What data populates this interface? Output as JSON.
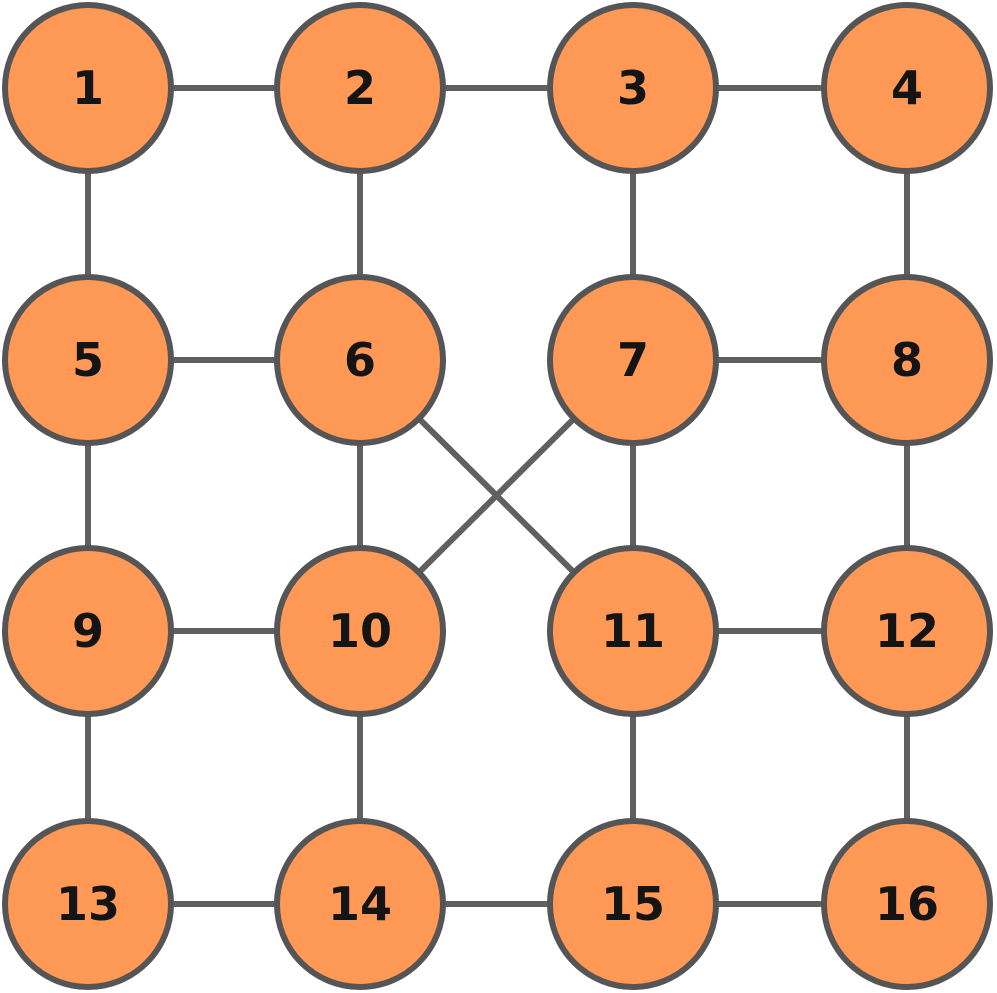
{
  "colors": {
    "node_fill": "#FF9955",
    "node_stroke": "#555555",
    "edge": "#606060",
    "label": "#141414"
  },
  "nodes": [
    {
      "id": 1,
      "label": "1"
    },
    {
      "id": 2,
      "label": "2"
    },
    {
      "id": 3,
      "label": "3"
    },
    {
      "id": 4,
      "label": "4"
    },
    {
      "id": 5,
      "label": "5"
    },
    {
      "id": 6,
      "label": "6"
    },
    {
      "id": 7,
      "label": "7"
    },
    {
      "id": 8,
      "label": "8"
    },
    {
      "id": 9,
      "label": "9"
    },
    {
      "id": 10,
      "label": "10"
    },
    {
      "id": 11,
      "label": "11"
    },
    {
      "id": 12,
      "label": "12"
    },
    {
      "id": 13,
      "label": "13"
    },
    {
      "id": 14,
      "label": "14"
    },
    {
      "id": 15,
      "label": "15"
    },
    {
      "id": 16,
      "label": "16"
    }
  ],
  "edges": [
    [
      1,
      2
    ],
    [
      2,
      3
    ],
    [
      3,
      4
    ],
    [
      1,
      5
    ],
    [
      2,
      6
    ],
    [
      3,
      7
    ],
    [
      4,
      8
    ],
    [
      5,
      6
    ],
    [
      7,
      8
    ],
    [
      6,
      11
    ],
    [
      7,
      10
    ],
    [
      5,
      9
    ],
    [
      6,
      10
    ],
    [
      7,
      11
    ],
    [
      8,
      12
    ],
    [
      9,
      10
    ],
    [
      11,
      12
    ],
    [
      9,
      13
    ],
    [
      10,
      14
    ],
    [
      11,
      15
    ],
    [
      12,
      16
    ],
    [
      13,
      14
    ],
    [
      14,
      15
    ],
    [
      15,
      16
    ]
  ]
}
